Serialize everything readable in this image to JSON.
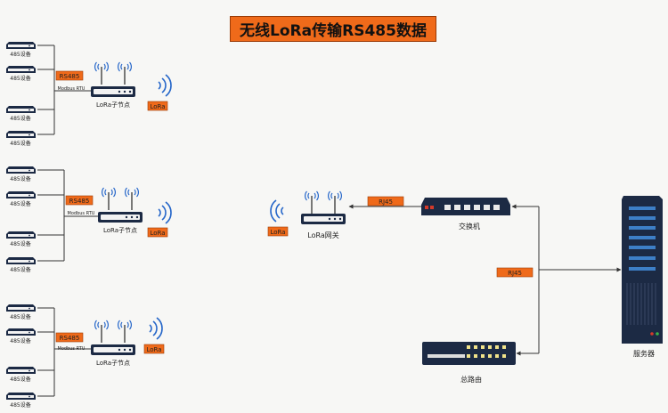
{
  "title": "无线LoRa传输RS485数据",
  "device_label": "485设备",
  "node_label": "LoRa子节点",
  "gateway_label": "LoRa网关",
  "switch_label": "交换机",
  "router_label": "总路由",
  "server_label": "服务器",
  "rs485_tag": "RS485",
  "modbus_label": "Modbus RTU",
  "lora_tag": "LoRa",
  "rj45_tag": "RJ45",
  "colors": {
    "accent": "#ef6a1a",
    "device": "#1c2a44",
    "line": "#333333"
  },
  "icons": [
    "wifi-antenna-icon",
    "radio-wave-icon",
    "arrow-icon"
  ]
}
